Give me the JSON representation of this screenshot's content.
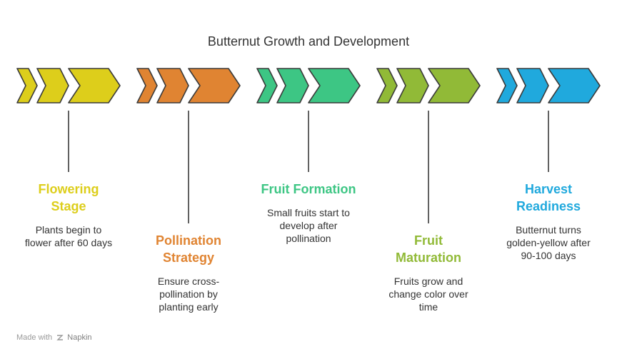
{
  "title": "Butternut Growth and Development",
  "stages": [
    {
      "title": "Flowering Stage",
      "title_lines": [
        "Flowering",
        "Stage"
      ],
      "description_lines": [
        "Plants begin to",
        "flower after 60 days"
      ],
      "color": "#DDCE1B",
      "label_position": "top"
    },
    {
      "title": "Pollination Strategy",
      "title_lines": [
        "Pollination",
        "Strategy"
      ],
      "description_lines": [
        "Ensure cross-",
        "pollination by",
        "planting early"
      ],
      "color": "#E08432",
      "label_position": "bottom"
    },
    {
      "title": "Fruit Formation",
      "title_lines": [
        "Fruit Formation"
      ],
      "description_lines": [
        "Small fruits start to",
        "develop after",
        "pollination"
      ],
      "color": "#3DC684",
      "label_position": "top"
    },
    {
      "title": "Fruit Maturation",
      "title_lines": [
        "Fruit",
        "Maturation"
      ],
      "description_lines": [
        "Fruits grow and",
        "change color over",
        "time"
      ],
      "color": "#91BA37",
      "label_position": "bottom"
    },
    {
      "title": "Harvest Readiness",
      "title_lines": [
        "Harvest",
        "Readiness"
      ],
      "description_lines": [
        "Butternut turns",
        "golden-yellow after",
        "90-100 days"
      ],
      "color": "#20A9DD",
      "label_position": "top"
    }
  ],
  "footer": {
    "prefix": "Made with",
    "brand": "Napkin",
    "icon": "napkin-logo-icon"
  },
  "colors": {
    "outline": "#3a3a3a",
    "text": "#333333",
    "footer": "#9a9a9a"
  }
}
